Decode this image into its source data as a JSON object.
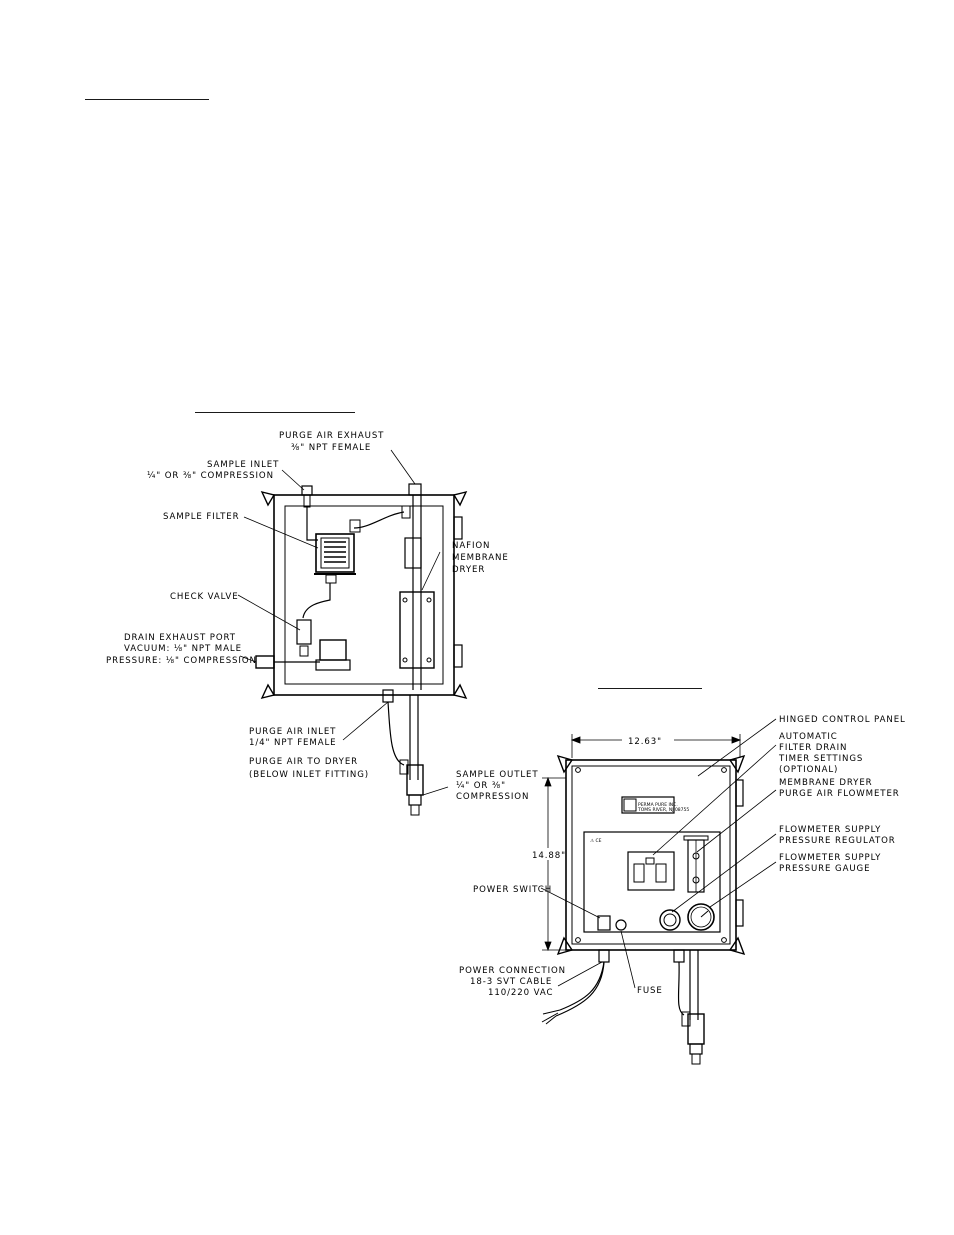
{
  "labels": {
    "sample_inlet_1": "SAMPLE INLET",
    "sample_inlet_2": "¼\" OR ⅜\" COMPRESSION",
    "purge_exhaust_1": "PURGE AIR EXHAUST",
    "purge_exhaust_2": "⅜\" NPT FEMALE",
    "sample_filter": "SAMPLE FILTER",
    "nafion_1": "NAFION",
    "nafion_2": "MEMBRANE",
    "nafion_3": "DRYER",
    "check_valve": "CHECK VALVE",
    "drain_1": "DRAIN EXHAUST PORT",
    "drain_2": "VACUUM: ⅛\" NPT MALE",
    "drain_3": "PRESSURE: ⅛\" COMPRESSION",
    "purge_inlet_1": "PURGE AIR INLET",
    "purge_inlet_2": "1/4\" NPT FEMALE",
    "purge_dryer_1": "PURGE AIR TO DRYER",
    "purge_dryer_2": "(BELOW INLET FITTING)",
    "sample_outlet_1": "SAMPLE OUTLET",
    "sample_outlet_2": "¼\" OR ⅜\"",
    "sample_outlet_3": "COMPRESSION",
    "hinged_panel": "HINGED CONTROL PANEL",
    "auto_drain_1": "AUTOMATIC",
    "auto_drain_2": "FILTER DRAIN",
    "auto_drain_3": "TIMER SETTINGS",
    "auto_drain_4": "(OPTIONAL)",
    "dryer_flowmeter_1": "MEMBRANE DRYER",
    "dryer_flowmeter_2": "PURGE AIR FLOWMETER",
    "regulator_1": "FLOWMETER SUPPLY",
    "regulator_2": "PRESSURE REGULATOR",
    "gauge_1": "FLOWMETER SUPPLY",
    "gauge_2": "PRESSURE GAUGE",
    "width_dim": "12.63\"",
    "height_dim": "14.88\"",
    "power_switch": "POWER SWITCH",
    "power_conn_1": "POWER CONNECTION",
    "power_conn_2": "18-3 SVT CABLE",
    "power_conn_3": "110/220 VAC",
    "fuse": "FUSE",
    "brand": "PERMA PURE INC.",
    "brand_sub": "TOMS RIVER, NJ 08755",
    "ce_mark": "⚠ CE"
  }
}
